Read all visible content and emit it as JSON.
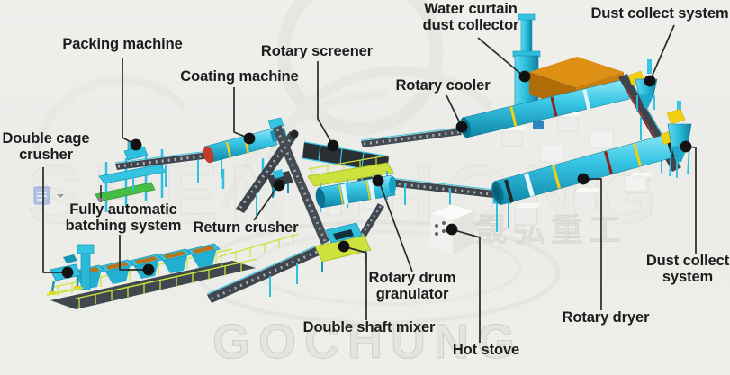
{
  "annotations": [
    {
      "id": "packing-machine",
      "text": "Packing machine"
    },
    {
      "id": "coating-machine",
      "text": "Coating machine"
    },
    {
      "id": "rotary-screener",
      "text": "Rotary screener"
    },
    {
      "id": "water-curtain-dust-collector",
      "text": "Water curtain\ndust collector"
    },
    {
      "id": "dust-collect-system-top",
      "text": "Dust collect system"
    },
    {
      "id": "rotary-cooler",
      "text": "Rotary cooler"
    },
    {
      "id": "double-cage-crusher",
      "text": "Double cage\ncrusher"
    },
    {
      "id": "fully-automatic-batching-system",
      "text": "Fully automatic\nbatching system"
    },
    {
      "id": "return-crusher",
      "text": "Return crusher"
    },
    {
      "id": "rotary-drum-granulator",
      "text": "Rotary drum\ngranulator"
    },
    {
      "id": "double-shaft-mixer",
      "text": "Double shaft mixer"
    },
    {
      "id": "hot-stove",
      "text": "Hot stove"
    },
    {
      "id": "rotary-dryer",
      "text": "Rotary dryer"
    },
    {
      "id": "dust-collect-system-bottom",
      "text": "Dust collect\nsystem"
    }
  ],
  "watermarks": {
    "center": "SHENGHONG",
    "bottom": "GOCHUNG",
    "cjk": "晟弘重工"
  },
  "colors": {
    "machine_cyan": "#35C5E2",
    "machine_cyan_dark": "#1794B4",
    "lime_frame": "#CDE23F",
    "belt_dark": "#40464D",
    "orange_building": "#C87F0E",
    "pipe_yellow": "#F2CF10",
    "cap_red": "#C23B2B",
    "annotation_ink": "#222222",
    "watermark_gray": "#E2E2DE"
  },
  "icons": [
    {
      "name": "paste-options-icon"
    },
    {
      "name": "dropdown-caret-icon"
    },
    {
      "name": "text-cursor-artifact"
    }
  ]
}
